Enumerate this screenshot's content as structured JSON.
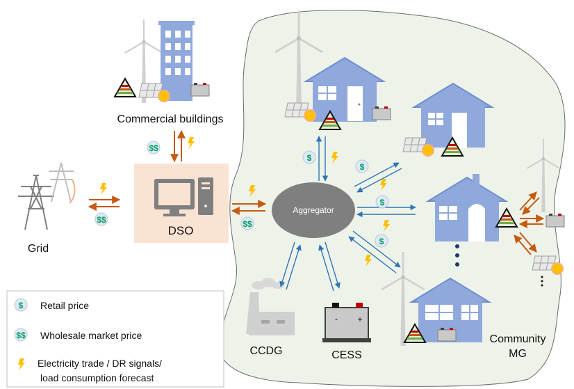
{
  "labels": {
    "commercial_buildings": "Commercial buildings",
    "grid": "Grid",
    "dso": "DSO",
    "aggregator": "Aggregator",
    "ccdg": "CCDG",
    "cess": "CESS",
    "community_mg_line1": "Community",
    "community_mg_line2": "MG"
  },
  "symbols": {
    "retail": "$",
    "wholesale": "$$",
    "battery_minus": "-",
    "battery_plus": "+"
  },
  "legend": {
    "retail_price": "Retail price",
    "wholesale_price": "Wholesale market price",
    "signals_line1": "Electricity trade / DR signals/",
    "signals_line2": "load consumption forecast"
  },
  "colors": {
    "community_fill": "#eef3e9",
    "dso_box": "#fbe3d3",
    "house": "#8fa9dc",
    "house_window": "#ffffff",
    "aggregator": "#7f7f7f",
    "arrow_orange": "#c55a11",
    "arrow_blue": "#2e75b6",
    "bolt": "#ffc000",
    "coin_fill": "#dfe9f5",
    "coin_text": "#00a060",
    "turbine": "#d0d0d0",
    "battery": "#c9c9c9",
    "sun": "#ffc000",
    "pyramid_green": "#70ad47",
    "pyramid_red": "#c00000"
  }
}
